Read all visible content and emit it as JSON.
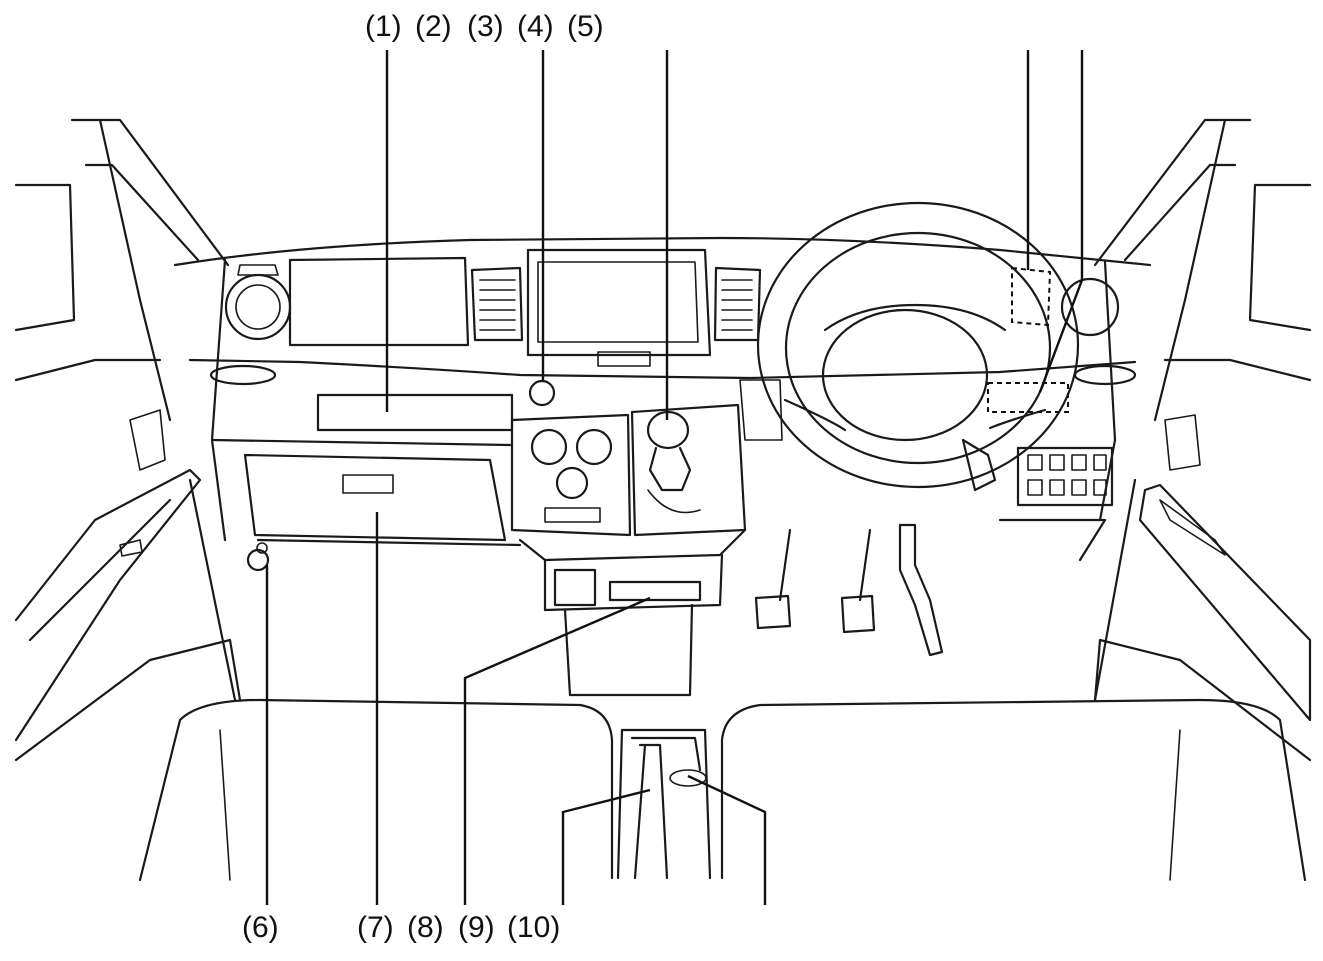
{
  "labels": {
    "top": [
      "(1)",
      "(2)",
      "(3)",
      "(4)",
      "(5)"
    ],
    "bottom": [
      "(6)",
      "(7)",
      "(8)",
      "(9)",
      "(10)"
    ]
  }
}
